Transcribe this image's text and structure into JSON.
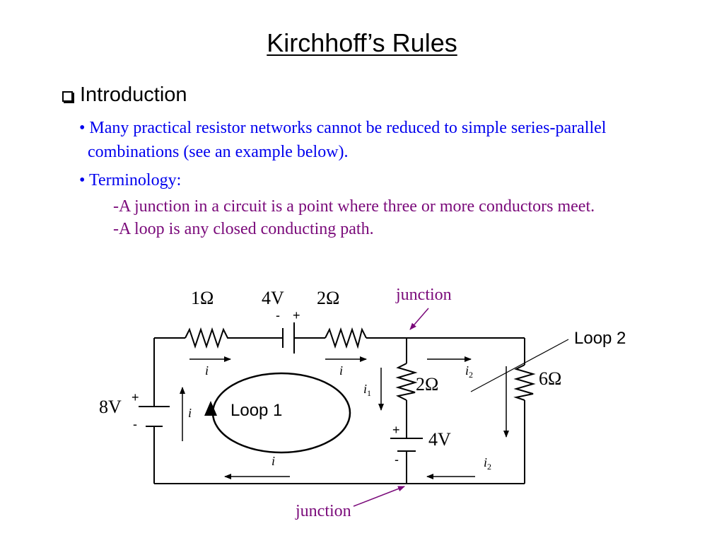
{
  "slide": {
    "title": "Kirchhoff’s Rules",
    "section_heading": "Introduction",
    "bullet1_line1": "• Many practical resistor networks cannot be reduced to simple series-parallel",
    "bullet1_line2": "combinations (see an example below).",
    "bullet2": "• Terminology:",
    "definition_junction": "-A junction in a circuit is a point where three or more conductors meet.",
    "definition_loop": "-A loop is any closed conducting path."
  },
  "diagram": {
    "resistor_top_left": "1Ω",
    "battery_top": "4V",
    "resistor_top_right": "2Ω",
    "battery_top_minus": "-",
    "battery_top_plus": "+",
    "resistor_middle": "2Ω",
    "resistor_right": "6Ω",
    "battery_left": "8V",
    "battery_left_plus": "+",
    "battery_left_minus": "-",
    "battery_middle": "4V",
    "battery_middle_plus": "+",
    "battery_middle_minus": "-",
    "current_i": "i",
    "current_i_symbol": "i",
    "current_i1_sub": "1",
    "current_i2_sub": "2",
    "junction_top_label": "junction",
    "junction_bottom_label": "junction",
    "loop1_label": "Loop 1",
    "loop2_label": "Loop 2",
    "colors": {
      "annotation": "#7a0a7a",
      "wire": "#000000",
      "text_blue": "#0000ee"
    }
  }
}
